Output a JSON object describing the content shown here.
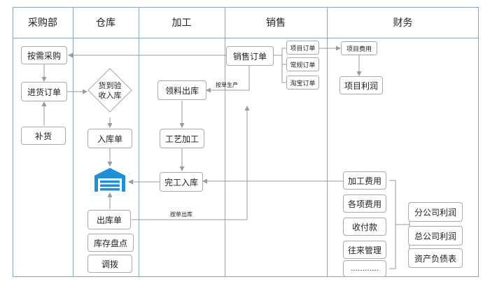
{
  "lanes": {
    "purchasing": "采购部",
    "warehouse": "仓库",
    "processing": "加工",
    "sales": "销售",
    "finance": "财务"
  },
  "purchasing": {
    "on_demand": "按需采购",
    "purchase_order": "进货订单",
    "replenish": "补货"
  },
  "warehouse": {
    "receive_check": [
      "货到验",
      "收入库"
    ],
    "inbound_slip": "入库单",
    "outbound_slip": "出库单",
    "stocktake": "库存盘点",
    "transfer": "调拨"
  },
  "processing": {
    "material_issue": "领料出库",
    "craft": "工艺加工",
    "finished_inbound": "完工入库"
  },
  "sales": {
    "sales_order": "销售订单",
    "project_order": "项目订单",
    "regular_order": "常规订单",
    "taobao_order": "淘宝订单"
  },
  "finance": {
    "project_cost": "项目费用",
    "project_profit": "项目利润",
    "processing_cost": "加工费用",
    "expenses": "各项费用",
    "receipts_payments": "收付款",
    "accounts_management": "往来管理",
    "ellipsis": "…………",
    "branch_profit": "分公司利润",
    "hq_profit": "总公司利润",
    "balance_sheet": "资产负债表"
  },
  "edge_labels": {
    "produce_by_order": "按单生产",
    "outbound_by_order": "按单出库"
  },
  "colors": {
    "lane_border": "#8aa2c8",
    "warehouse_icon": "#1f8fd6",
    "box_border": "#a9a9a9"
  }
}
